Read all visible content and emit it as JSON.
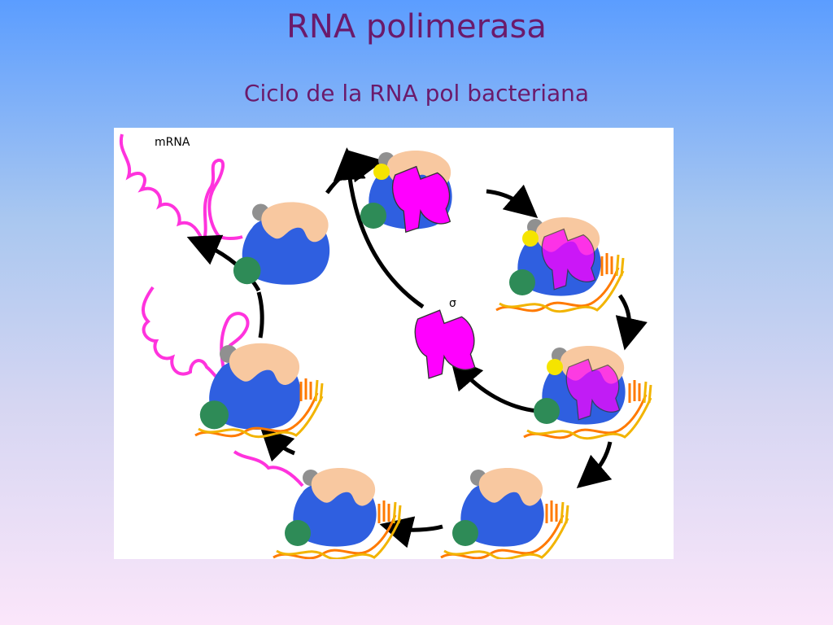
{
  "slide": {
    "title": "RNA polimerasa",
    "subtitle": "Ciclo de la RNA pol bacteriana"
  },
  "diagram": {
    "label_mrna": "mRNA",
    "label_sigma": "σ"
  },
  "colors": {
    "title": "#6b1a6b",
    "core_blue": "#2f5fe0",
    "flap_peach": "#f8c8a0",
    "sigma_magenta": "#ff00ff",
    "green_subunit": "#2e8b57",
    "yellow_subunit": "#f5e400",
    "gray_subunit": "#909090",
    "dna_orange": "#ff7a00",
    "dna_yellow": "#f2b400",
    "mrna_pink": "#ff33dd",
    "arrow": "#000000"
  }
}
